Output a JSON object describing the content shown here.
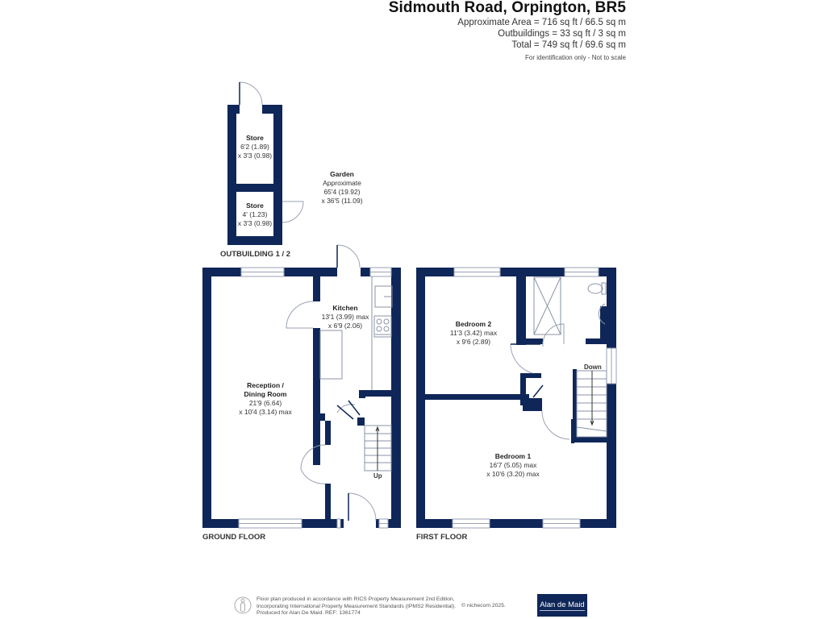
{
  "header": {
    "title": "Sidmouth Road, Orpington, BR5",
    "area_lines": [
      "Approximate Area = 716 sq ft / 66.5 sq m",
      "Outbuildings = 33 sq ft / 3 sq m",
      "Total = 749 sq ft / 69.6 sq m"
    ],
    "note": "For identification only - Not to scale"
  },
  "colors": {
    "wall": "#0f2658",
    "window": "#ffffff",
    "fixture_line": "#8a93a6",
    "brand_bg": "#0f2658"
  },
  "outbuilding": {
    "label": "OUTBUILDING 1 / 2",
    "rooms": [
      {
        "name": "Store",
        "dims": [
          "6'2 (1.89)",
          "x 3'3 (0.98)"
        ]
      },
      {
        "name": "Store",
        "dims": [
          "4' (1.23)",
          "x 3'3 (0.98)"
        ]
      }
    ]
  },
  "garden": {
    "name": "Garden",
    "dims": [
      "Approximate",
      "65'4 (19.92)",
      "x 36'5 (11.09)"
    ]
  },
  "ground_floor": {
    "label": "GROUND FLOOR",
    "rooms": [
      {
        "name": "Kitchen",
        "dims": [
          "13'1 (3.99) max",
          "x 6'9 (2.06)"
        ]
      },
      {
        "name": "Reception /",
        "name2": "Dining Room",
        "dims": [
          "21'9 (6.64)",
          "x 10'4 (3.14) max"
        ]
      }
    ],
    "stairs_label": "Up"
  },
  "first_floor": {
    "label": "FIRST FLOOR",
    "rooms": [
      {
        "name": "Bedroom 2",
        "dims": [
          "11'3 (3.42) max",
          "x 9'6 (2.89)"
        ]
      },
      {
        "name": "Bedroom 1",
        "dims": [
          "16'7 (5.05) max",
          "x 10'6 (3.20) max"
        ]
      }
    ],
    "stairs_label": "Down"
  },
  "footer": {
    "lines": [
      "Floor plan produced in accordance with RICS Property Measurement 2nd Edition,",
      "Incorporating International Property Measurement Standards (IPMS2 Residential).",
      "Produced for Alan De Maid.   REF: 1361774"
    ],
    "copyright": "© nichecom 2025.",
    "brand": "Alan de Maid"
  }
}
